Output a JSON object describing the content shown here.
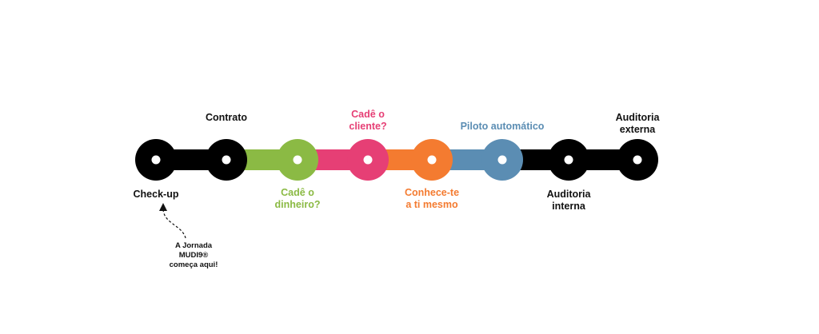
{
  "colors": {
    "black": "#000000",
    "green": "#8bba44",
    "pink": "#e63f75",
    "orange": "#f47b30",
    "blue": "#5b8db3",
    "white": "#ffffff"
  },
  "stages": [
    {
      "id": "check-up",
      "lines": [
        "Check-up"
      ],
      "color": "black",
      "label_color": "#111111"
    },
    {
      "id": "contrato",
      "lines": [
        "Contrato"
      ],
      "color": "black",
      "label_color": "#111111"
    },
    {
      "id": "cade-dinheiro",
      "lines": [
        "Cadê o",
        "dinheiro?"
      ],
      "color": "green",
      "label_color": "#8bba44"
    },
    {
      "id": "cade-cliente",
      "lines": [
        "Cadê o",
        "cliente?"
      ],
      "color": "pink",
      "label_color": "#e63f75"
    },
    {
      "id": "conhece-te",
      "lines": [
        "Conhece-te",
        "a ti mesmo"
      ],
      "color": "orange",
      "label_color": "#f47b30"
    },
    {
      "id": "piloto-automatico",
      "lines": [
        "Piloto automático"
      ],
      "color": "blue",
      "label_color": "#5b8db3"
    },
    {
      "id": "auditoria-interna",
      "lines": [
        "Auditoria",
        "interna"
      ],
      "color": "black",
      "label_color": "#111111"
    },
    {
      "id": "auditoria-externa",
      "lines": [
        "Auditoria",
        "externa"
      ],
      "color": "black",
      "label_color": "#111111"
    }
  ],
  "segments": [
    "black",
    "green",
    "pink",
    "orange",
    "blue",
    "black",
    "black"
  ],
  "note": {
    "lines": [
      "A Jornada",
      "MUDI9®",
      "começa  aqui!"
    ]
  }
}
